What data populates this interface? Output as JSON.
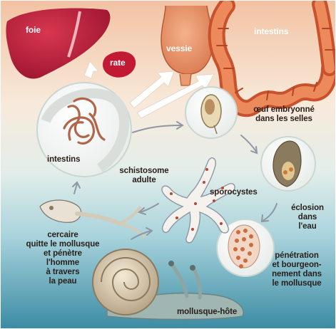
{
  "labels": {
    "liver": "foie",
    "spleen": "rate",
    "bladder": "vessie",
    "intestines_top": "intestins",
    "intestines_circle": "intestins",
    "egg": [
      "œuf embryonné",
      "dans les selles"
    ],
    "adult": [
      "schistosome",
      "adulte"
    ],
    "sporocysts": "sporocystes",
    "hatching": [
      "éclosion",
      "dans",
      "l'eau"
    ],
    "penetration": [
      "pénétration",
      "et bourgeon-",
      "nement dans",
      "le mollusque"
    ],
    "cercaria": [
      "cercaire",
      "quitte le mollusque",
      "et pénètre",
      "l'homme",
      "à travers",
      "la peau"
    ],
    "host": "mollusque-hôte"
  },
  "colors": {
    "sky_top": "#f3c8ab",
    "sky_mid": "#f7efe3",
    "water_mid": "#bfdde3",
    "water_bottom": "#3d8fa5",
    "organ_red": "#c41f3b",
    "intestine_orange": "#d8663a",
    "arrow_white": "#ffffff"
  }
}
